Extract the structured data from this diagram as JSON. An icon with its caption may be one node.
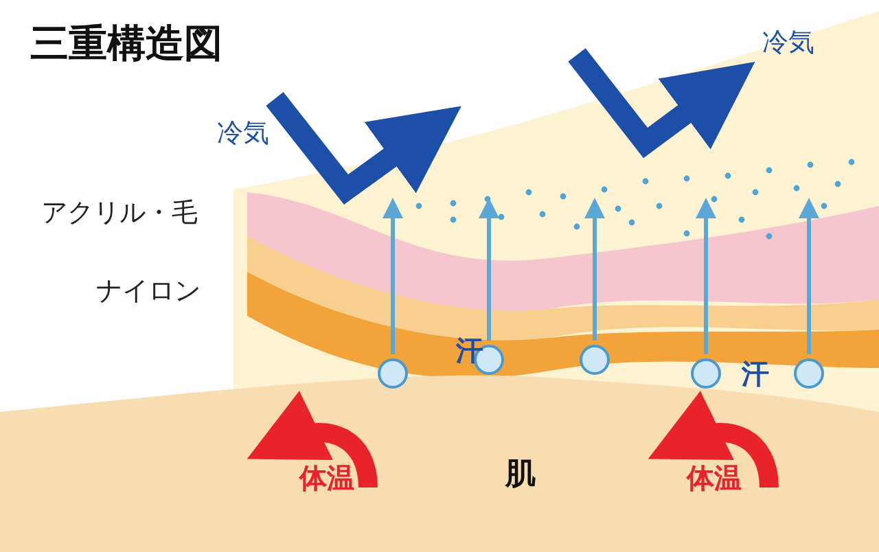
{
  "diagram": {
    "title": "三重構造図",
    "labels": [
      "冷気",
      "冷気",
      "アクリル・毛",
      "ナイロン",
      "汗",
      "汗",
      "肌",
      "体温",
      "体温"
    ]
  }
}
